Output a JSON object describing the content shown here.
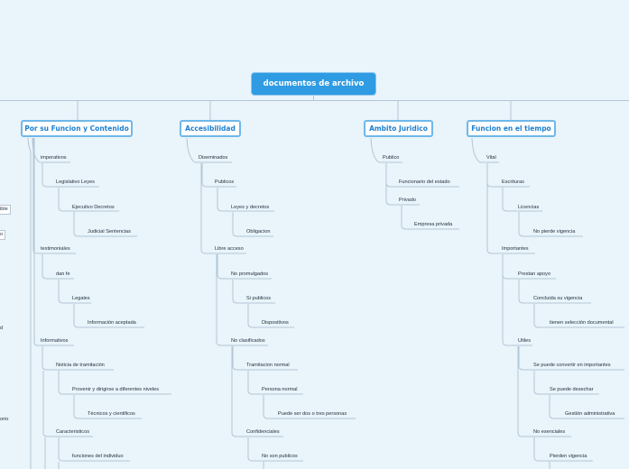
{
  "root": {
    "label": "documentos de archivo"
  },
  "branches": [
    {
      "label": "Por su Funcion y Contenido"
    },
    {
      "label": "Accesibilidad"
    },
    {
      "label": "Ambito Juridico"
    },
    {
      "label": "Funcion en el tiempo"
    }
  ],
  "leaves": {
    "imperativos": "imperativos",
    "legislativo": "Legislativo Leyes",
    "ejecutivo": "Ejecutivo Decretos",
    "judicial": "Judicial Sentencias",
    "testimoniales": "testimoniales",
    "danfe": "dan fe",
    "legales": "Legales",
    "info_aceptada": "Información aceptada",
    "informativos": "Informativos",
    "noticia": "Noticia de tramitación",
    "proveer": "Provenir y dirigirse a diferentes niveles",
    "tecnicos": "Técnicos y cientificos",
    "caracteristicos": "Caracteristicos",
    "funciones": "funciones del individuo",
    "diseminados": "Diseminados",
    "publicos": "Publicos",
    "leyes_decretos": "Leyes y decretos",
    "obligacion": "Obligacion",
    "libre_acceso": "Libre acceso",
    "no_promulgados": "No promulgados",
    "si_publicos": "Si publicos",
    "dispositivos": "Dispositivos",
    "no_clasificados": "No clasificados",
    "tramitacion": "Tramitacion normal",
    "persona_normal": "Persona normal",
    "dos_tres": "Puede ser dos o tres personas",
    "confidenciales": "Confidenciales",
    "no_son_publicos": "No son publicos",
    "publico": "Publico",
    "funcionario": "Funcionario del estado",
    "privado": "Privado",
    "empresa": "Empresa privada",
    "vital": "Vital",
    "escrituras": "Escrituras",
    "licencias": "Licencias",
    "no_pierde": "No pierde vigencia",
    "importantes": "Importantes",
    "prestan": "Prestan apoyo",
    "concluida": "Concluida su vigencia",
    "tienen": "tienen selección documental",
    "utiles": "Utiles",
    "se_puede_convertir": "Se puede convertir en importantes",
    "se_puede_desechar": "Se puede desechar",
    "gestion": "Gestión administrativa",
    "no_esenciales": "No esenciales",
    "pierden": "Pierden vigencia"
  },
  "left_stubs": [
    "ible",
    "o",
    "d",
    "orio"
  ]
}
